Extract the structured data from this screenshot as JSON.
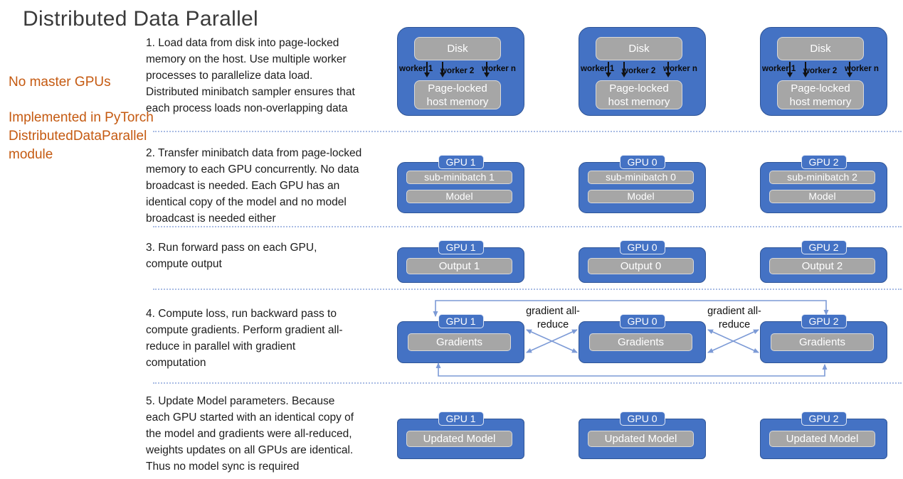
{
  "slide": {
    "title": "Distributed Data Parallel"
  },
  "side_notes": {
    "note1": "No master GPUs",
    "note2": "Implemented in PyTorch\nDistributedDataParallel\nmodule"
  },
  "steps": [
    {
      "text": "1. Load data from disk into page-locked\nmemory on the host. Use multiple worker\nprocesses to parallelize data load.\nDistributed minibatch sampler ensures that\neach process loads non-overlapping data"
    },
    {
      "text": "2. Transfer minibatch data from page-locked\nmemory  to each GPU concurrently. No data\nbroadcast is needed. Each GPU has an\nidentical copy of the model and no model\nbroadcast is needed either"
    },
    {
      "text": "3. Run forward pass on each GPU,\ncompute output"
    },
    {
      "text": "4. Compute loss, run backward pass to\ncompute gradients. Perform gradient all-\nreduce in parallel with gradient\ncomputation"
    },
    {
      "text": "5. Update Model parameters. Because\neach GPU started with an identical copy of\nthe model and gradients were all-reduced,\nweights updates on all GPUs are identical.\nThus no model sync is required"
    }
  ],
  "diagram": {
    "row1": {
      "disk_label": "Disk",
      "memory_label": "Page-locked\nhost memory",
      "worker_labels": [
        "worker 1",
        "worker 2",
        "worker n"
      ]
    },
    "row2": {
      "gpu_labels": [
        "GPU 1",
        "GPU 0",
        "GPU 2"
      ],
      "minibatch_labels": [
        "sub-minibatch 1",
        "sub-minibatch 0",
        "sub-minibatch 2"
      ],
      "model_label": "Model"
    },
    "row3": {
      "gpu_labels": [
        "GPU 1",
        "GPU 0",
        "GPU 2"
      ],
      "output_labels": [
        "Output 1",
        "Output 0",
        "Output 2"
      ]
    },
    "row4": {
      "gpu_labels": [
        "GPU 1",
        "GPU 0",
        "GPU 2"
      ],
      "gradients_label": "Gradients",
      "allreduce_label": "gradient all-reduce"
    },
    "row5": {
      "gpu_labels": [
        "GPU 1",
        "GPU 0",
        "GPU 2"
      ],
      "updated_model_label": "Updated Model"
    }
  },
  "colors": {
    "box_blue": "#4472C4",
    "box_blue_border": "#2F5597",
    "gray_fill": "#A6A6A6",
    "gray_border": "#D9D9D9",
    "accent_orange": "#C55A11",
    "arrow_light_blue": "#7C9AD6",
    "divider_blue": "#A9BCE4",
    "worker_arrow_black": "#111111",
    "title_gray": "#3A3A3A",
    "body_text": "#1C1C1C"
  }
}
